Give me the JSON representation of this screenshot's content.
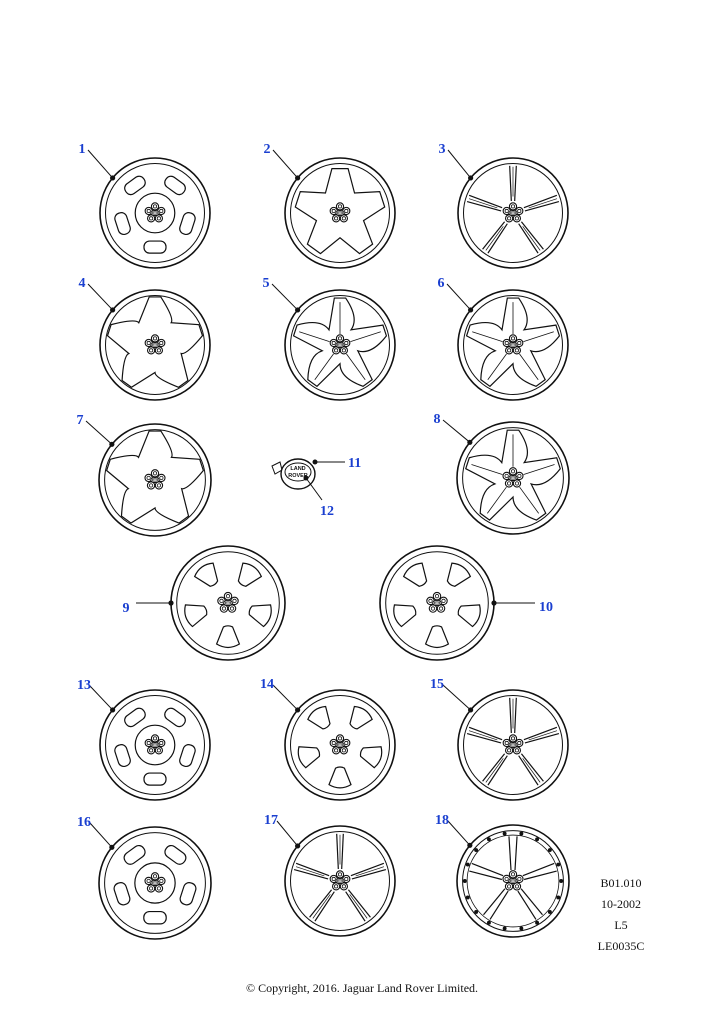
{
  "wheels": [
    {
      "callout": "1",
      "style": "window"
    },
    {
      "callout": "2",
      "style": "plate"
    },
    {
      "callout": "3",
      "style": "split"
    },
    {
      "callout": "4",
      "style": "blade"
    },
    {
      "callout": "5",
      "style": "star"
    },
    {
      "callout": "6",
      "style": "star"
    },
    {
      "callout": "7",
      "style": "blade"
    },
    {
      "callout": "8",
      "style": "star"
    },
    {
      "callout": "9",
      "style": "spoke"
    },
    {
      "callout": "10",
      "style": "spoke"
    },
    {
      "callout": "13",
      "style": "window"
    },
    {
      "callout": "14",
      "style": "spoke"
    },
    {
      "callout": "15",
      "style": "split"
    },
    {
      "callout": "16",
      "style": "window"
    },
    {
      "callout": "17",
      "style": "split"
    },
    {
      "callout": "18",
      "style": "rivet"
    }
  ],
  "centre_cap": {
    "cap_callout": "11",
    "badge_callout": "12",
    "badge_text": [
      "LAND",
      "ROVER"
    ]
  },
  "reference": {
    "code": "B01.010",
    "date": "10-2002",
    "level": "L5",
    "illustration": "LE0035C"
  },
  "copyright": "© Copyright, 2016. Jaguar Land Rover Limited."
}
